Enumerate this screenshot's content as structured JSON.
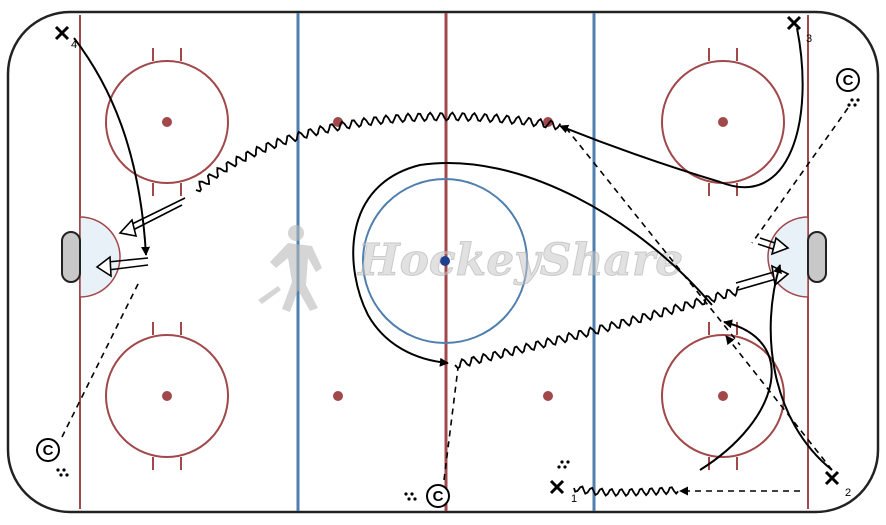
{
  "diagram": {
    "watermark": "HockeyShare",
    "players": [
      {
        "id": "p1",
        "label": "1"
      },
      {
        "id": "p2",
        "label": "2"
      },
      {
        "id": "p3",
        "label": "3"
      },
      {
        "id": "p4",
        "label": "4"
      }
    ],
    "coaches": [
      {
        "id": "coach-top-right",
        "label": "C"
      },
      {
        "id": "coach-bottom-left",
        "label": "C"
      },
      {
        "id": "coach-bottom-center",
        "label": "C"
      }
    ],
    "colors": {
      "goal_line": "#a0484a",
      "center_line": "#a0484a",
      "blue_line": "#4f7fae",
      "center_circle": "#4f7fae",
      "faceoff": "#a0484a",
      "crease": "#e8f0f8",
      "path": "#000000",
      "board": "#222222"
    }
  }
}
